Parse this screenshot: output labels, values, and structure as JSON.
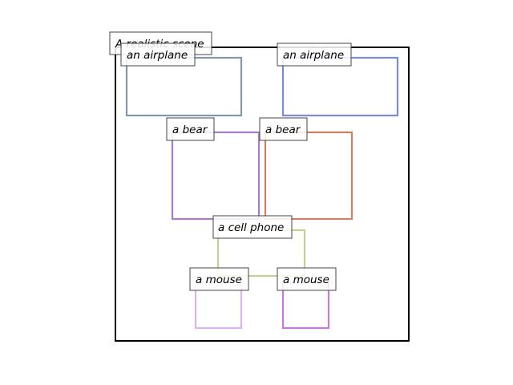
{
  "scene": {
    "title": "A realistic scene",
    "objects": [
      {
        "id": "airplane-1",
        "label": "an airplane",
        "color": "#8499a6"
      },
      {
        "id": "airplane-2",
        "label": "an airplane",
        "color": "#7a8cd9"
      },
      {
        "id": "bear-1",
        "label": "a bear",
        "color": "#a47fc2"
      },
      {
        "id": "bear-2",
        "label": "a bear",
        "color": "#cf7f66"
      },
      {
        "id": "cell-phone",
        "label": "a cell phone",
        "color": "#c4cf94"
      },
      {
        "id": "mouse-1",
        "label": "a mouse",
        "color": "#dcb2f2"
      },
      {
        "id": "mouse-2",
        "label": "a mouse",
        "color": "#c87adb"
      }
    ]
  }
}
